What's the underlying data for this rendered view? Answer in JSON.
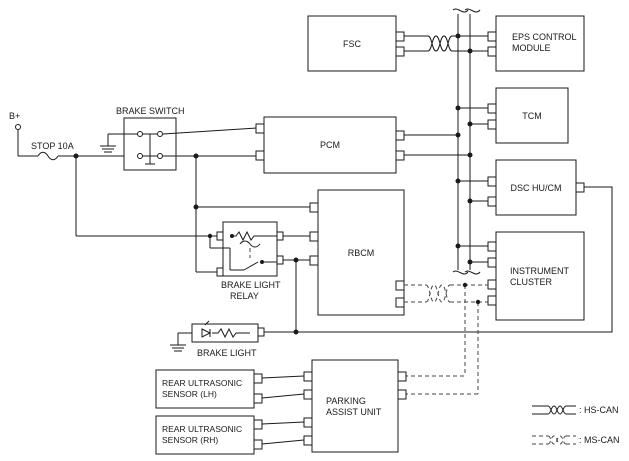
{
  "power": {
    "bplus": "B+",
    "fuse": "STOP 10A"
  },
  "switch": {
    "label": "BRAKE SWITCH"
  },
  "relay": {
    "line1": "BRAKE LIGHT",
    "line2": "RELAY"
  },
  "brake_light": {
    "label": "BRAKE LIGHT"
  },
  "modules": {
    "fsc": "FSC",
    "eps_line1": "EPS CONTROL",
    "eps_line2": "MODULE",
    "tcm": "TCM",
    "pcm": "PCM",
    "dsc": "DSC HU/CM",
    "rbcm": "RBCM",
    "ic_line1": "INSTRUMENT",
    "ic_line2": "CLUSTER",
    "pau_line1": "PARKING",
    "pau_line2": "ASSIST UNIT",
    "rus_lh_line1": "REAR ULTRASONIC",
    "rus_lh_line2": "SENSOR (LH)",
    "rus_rh_line1": "REAR ULTRASONIC",
    "rus_rh_line2": "SENSOR (RH)"
  },
  "legend": {
    "hs": ": HS-CAN",
    "ms": ": MS-CAN"
  }
}
